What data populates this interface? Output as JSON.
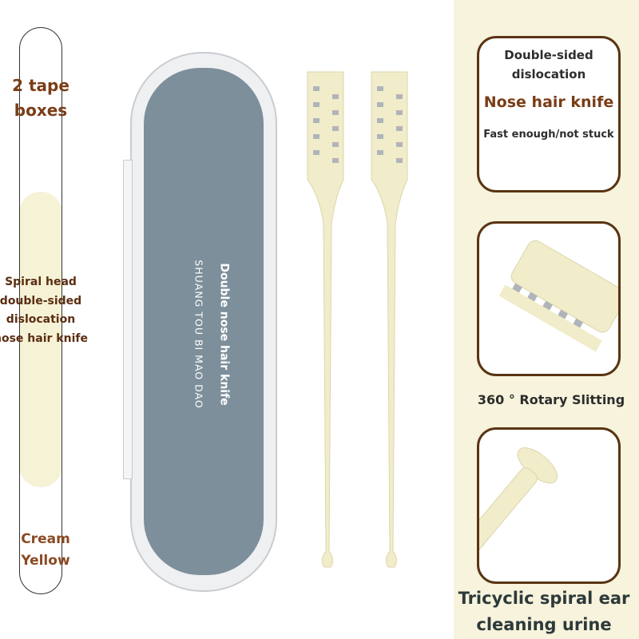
{
  "left_panel": {
    "top_label": "2 tape boxes",
    "middle_label": "Spiral head double-sided dislocation nose hair knife",
    "bottom_label": "Cream Yellow"
  },
  "case": {
    "title": "Double nose hair knife",
    "subtitle": "SHUANG TOU BI MAO DAO"
  },
  "right_panel": {
    "box1": {
      "line1": "Double-sided dislocation",
      "headline": "Nose hair knife",
      "tagline": "Fast enough/not stuck"
    },
    "caption2": "360 ° Rotary Slitting",
    "caption3": "Tricyclic spiral ear cleaning urine"
  },
  "colors": {
    "brown": "#7a3d17",
    "cream": "#f3efcf",
    "case_blue": "#7d8f9b",
    "panel": "#f7f3dc"
  }
}
